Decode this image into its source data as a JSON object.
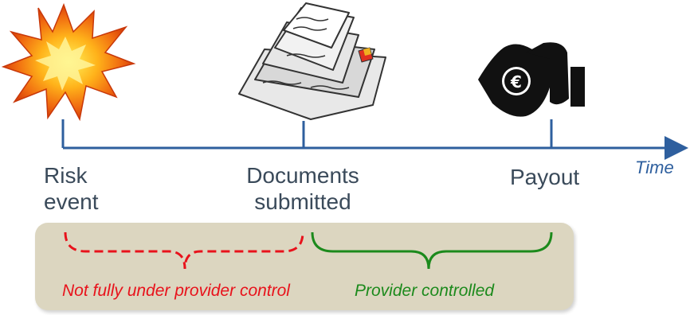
{
  "events": [
    {
      "label_lines": [
        "Risk",
        "event"
      ],
      "icon": "explosion-icon"
    },
    {
      "label_lines": [
        "Documents",
        "submitted"
      ],
      "icon": "documents-icon"
    },
    {
      "label_lines": [
        "Payout"
      ],
      "icon": "euro-payout-icon"
    }
  ],
  "axis": {
    "label": "Time"
  },
  "spans": [
    {
      "text": "Not fully under provider control",
      "color": "#e8121b",
      "style": "dashed"
    },
    {
      "text": "Provider controlled",
      "color": "#1c8a1c",
      "style": "solid"
    }
  ],
  "colors": {
    "axis": "#2e5f9e",
    "box": "#dcd6c0",
    "label_text": "#3a4a5a"
  }
}
